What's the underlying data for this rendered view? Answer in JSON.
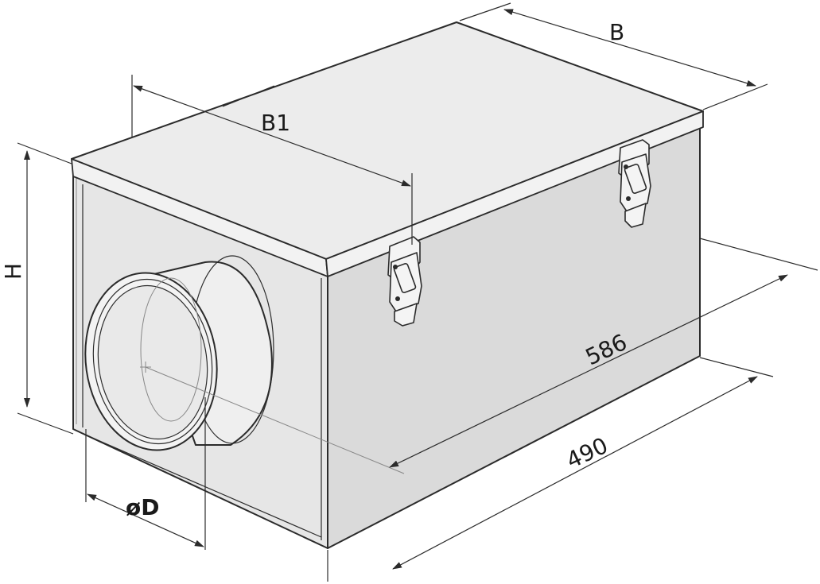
{
  "labels": {
    "b": "B",
    "b1": "B1",
    "h": "H",
    "d": "øD",
    "length_586": "586",
    "length_490": "490"
  },
  "colors": {
    "line": "#2b2b2b",
    "face_front": "#e6e6e6",
    "face_side": "#dadada",
    "face_top": "#ececec"
  }
}
